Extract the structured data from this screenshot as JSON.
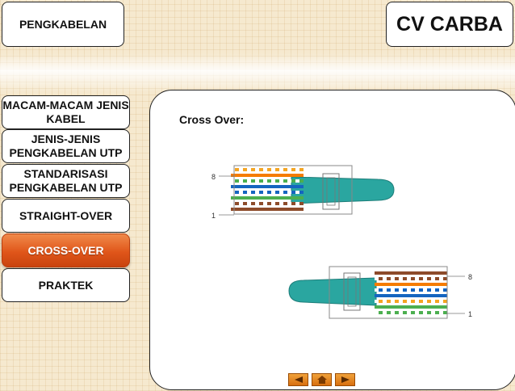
{
  "header": {
    "section_label": "PENGKABELAN",
    "brand": "CV CARBA"
  },
  "sidebar": {
    "items": [
      {
        "label": "MACAM-MACAM JENIS KABEL",
        "active": false
      },
      {
        "label": "JENIS-JENIS PENGKABELAN UTP",
        "active": false
      },
      {
        "label": "STANDARISASI PENGKABELAN UTP",
        "active": false
      },
      {
        "label": "STRAIGHT-OVER",
        "active": false
      },
      {
        "label": "CROSS-OVER",
        "active": true
      },
      {
        "label": "PRAKTEK",
        "active": false
      }
    ]
  },
  "content": {
    "title": "Cross Over:",
    "connector_top": {
      "pin_first": "8",
      "pin_last": "1"
    },
    "connector_bottom": {
      "pin_first": "8",
      "pin_last": "1"
    }
  },
  "controls": {
    "prev": "left-arrow-icon",
    "home": "home-icon",
    "next": "right-arrow-icon"
  },
  "colors": {
    "accent": "#e0561a",
    "cable": "#2aa6a0",
    "background": "#f6e9cf"
  }
}
